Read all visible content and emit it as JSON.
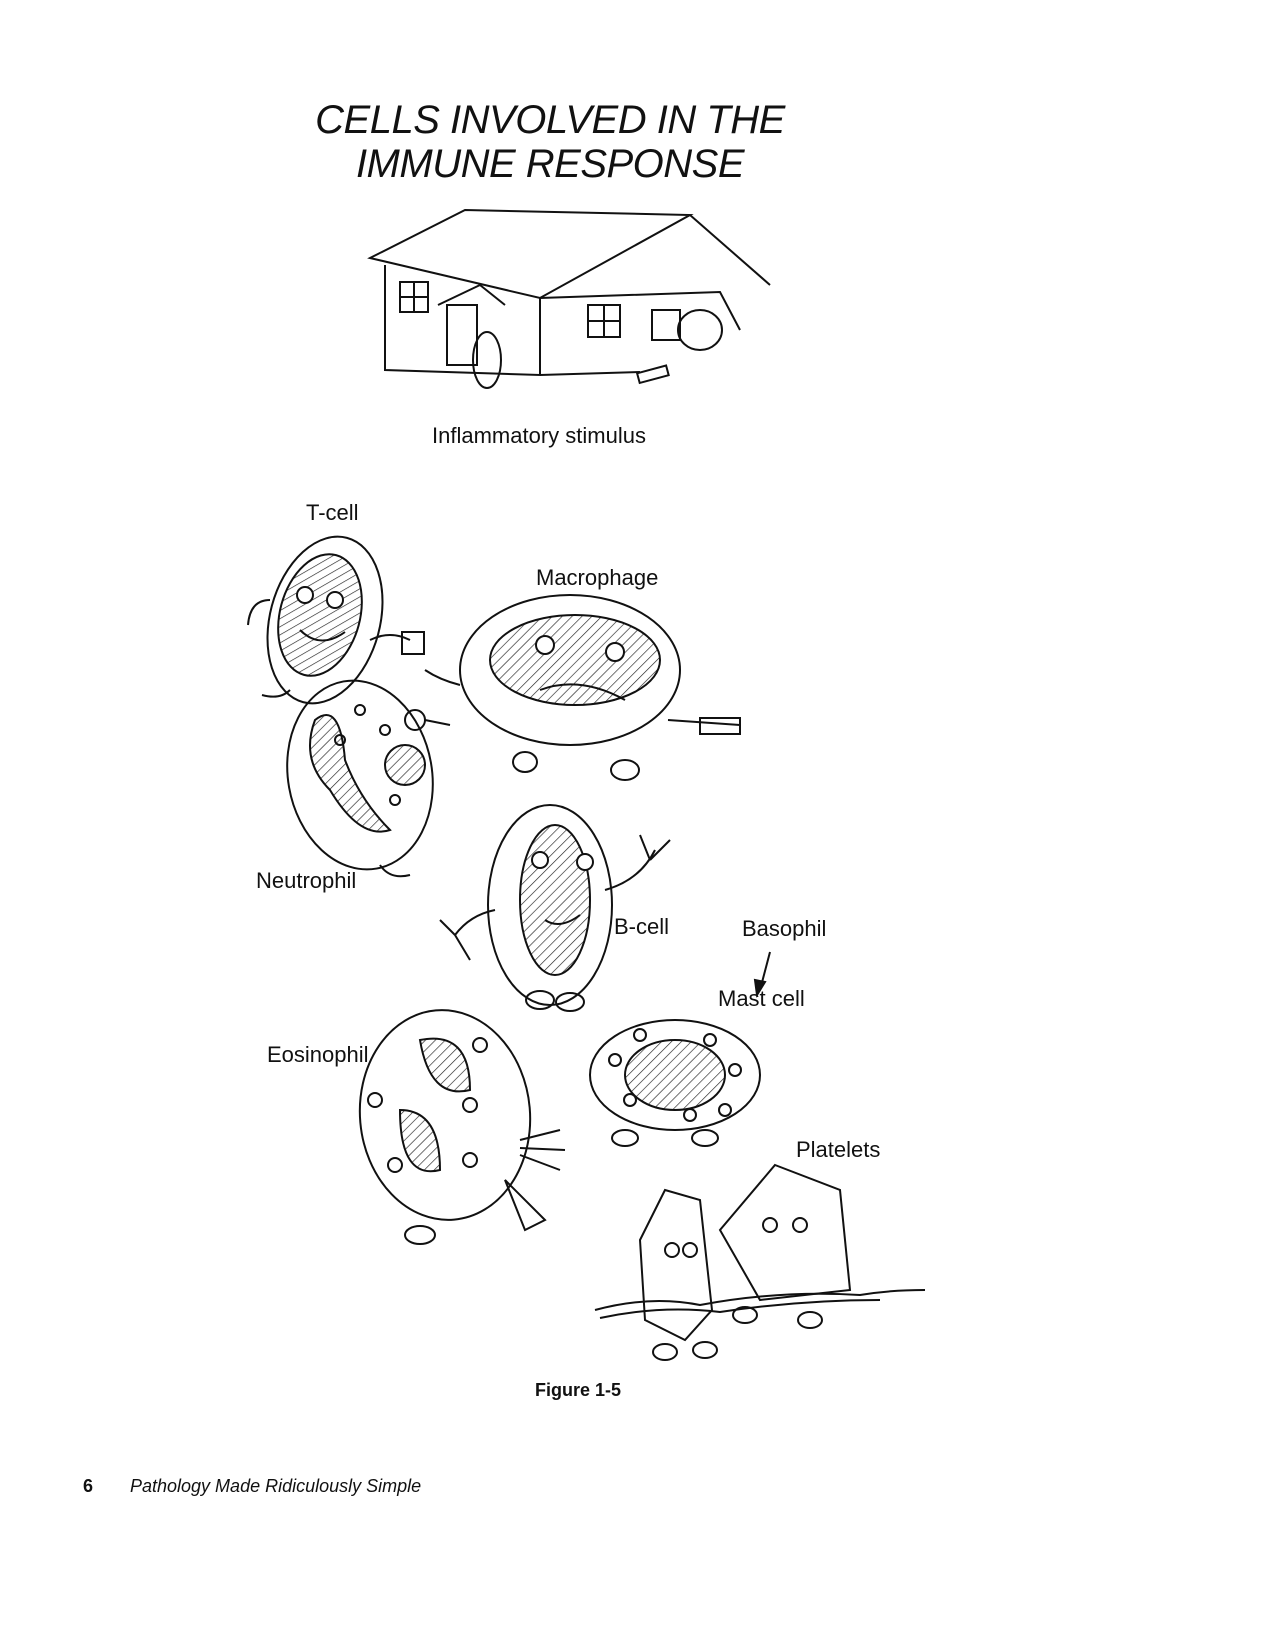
{
  "title_line1": "CELLS INVOLVED IN THE",
  "title_line2": "IMMUNE RESPONSE",
  "figure": {
    "house_caption": "Inflammatory stimulus",
    "labels": {
      "t_cell": "T-cell",
      "macrophage": "Macrophage",
      "neutrophil": "Neutrophil",
      "b_cell": "B-cell",
      "basophil": "Basophil",
      "mast_cell": "Mast cell",
      "eosinophil": "Eosinophil",
      "platelets": "Platelets"
    },
    "caption": "Figure 1-5"
  },
  "footer": {
    "page_number": "6",
    "book_title": "Pathology Made Ridiculously Simple"
  }
}
